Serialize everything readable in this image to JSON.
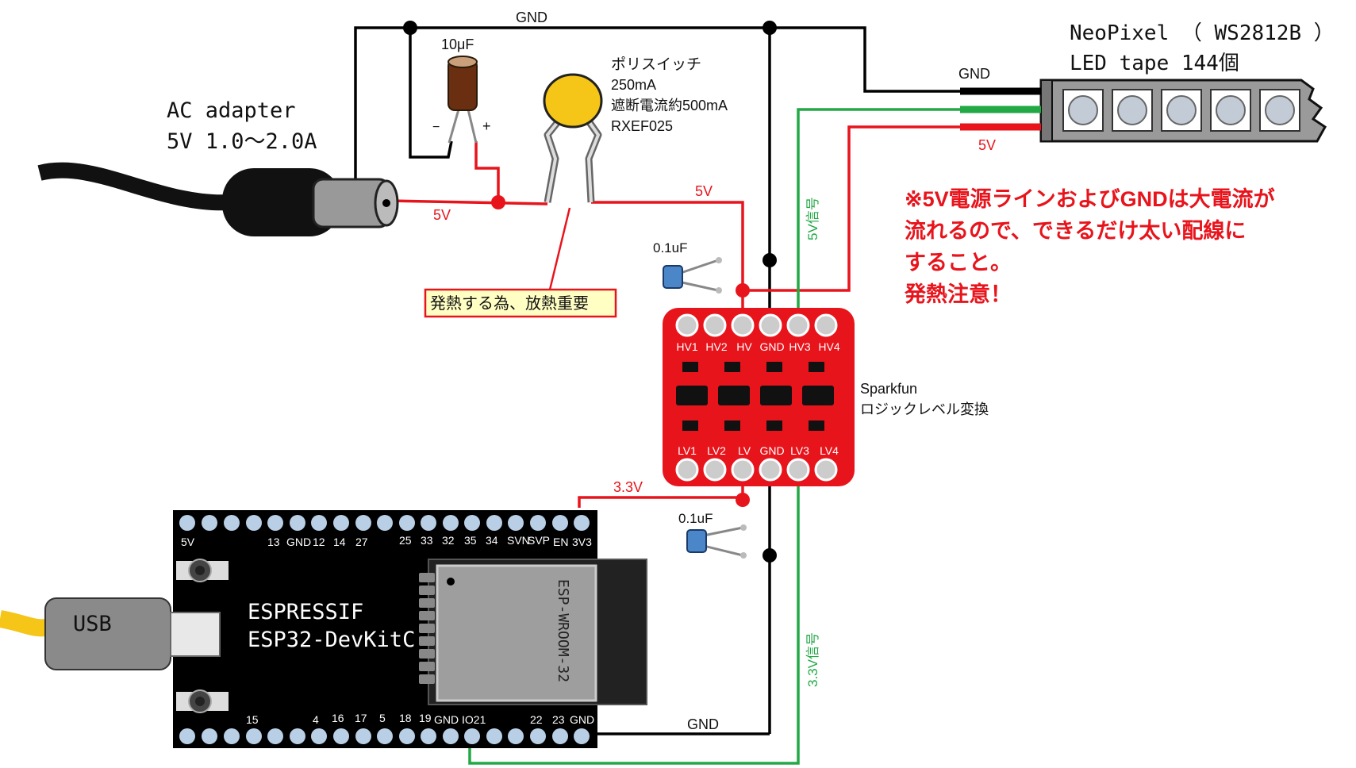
{
  "ac_adapter": {
    "line1": "AC adapter",
    "line2": "5V 1.0〜2.0A"
  },
  "capacitor_electrolytic": {
    "value": "10μF",
    "minus": "−",
    "plus": "+"
  },
  "polyswitch": {
    "line1": "ポリスイッチ",
    "line2": "250mA",
    "line3": "遮断電流約500mA",
    "line4": "RXEF025"
  },
  "warning_box": {
    "text": "発熱する為、放熱重要"
  },
  "neopixel": {
    "line1": "NeoPixel （ WS2812B ）",
    "line2": "LED tape 144個"
  },
  "labels": {
    "gnd_top": "GND",
    "gnd_led": "GND",
    "v5_led": "5V",
    "v5_adapter": "5V",
    "v5_after_fuse": "5V",
    "signal_5v": "5V信号",
    "signal_33v": "3.3V信号",
    "v33": "3.3V",
    "gnd_bottom": "GND",
    "cap_hv": "0.1uF",
    "cap_lv": "0.1uF"
  },
  "note": {
    "lines": [
      "※5V電源ラインおよびGNDは大電流が",
      "流れるので、できるだけ太い配線に",
      "すること。",
      "発熱注意！"
    ]
  },
  "level_shifter": {
    "name_line1": "Sparkfun",
    "name_line2": "ロジックレベル変換",
    "top_pins": [
      "HV1",
      "HV2",
      "HV",
      "GND",
      "HV3",
      "HV4"
    ],
    "bottom_pins": [
      "LV1",
      "LV2",
      "LV",
      "GND",
      "LV3",
      "LV4"
    ]
  },
  "esp32": {
    "brand": "ESPRESSIF",
    "model": "ESP32-DevKitC",
    "module": "ESP-WROOM-32",
    "usb": "USB",
    "top_labels": [
      "5V",
      "13",
      "GND",
      "12",
      "14",
      "27",
      "25",
      "33",
      "32",
      "35",
      "34",
      "SVN",
      "SVP",
      "EN",
      "3V3"
    ],
    "bottom_labels": [
      "15",
      "4",
      "16",
      "17",
      "5",
      "18",
      "19",
      "GND",
      "IO21",
      "22",
      "23",
      "GND"
    ]
  },
  "colors": {
    "red_wire": "#e8141c",
    "green_wire": "#22a845",
    "board_red": "#e8141c",
    "board_black": "#000000",
    "note_red": "#e8141c"
  }
}
